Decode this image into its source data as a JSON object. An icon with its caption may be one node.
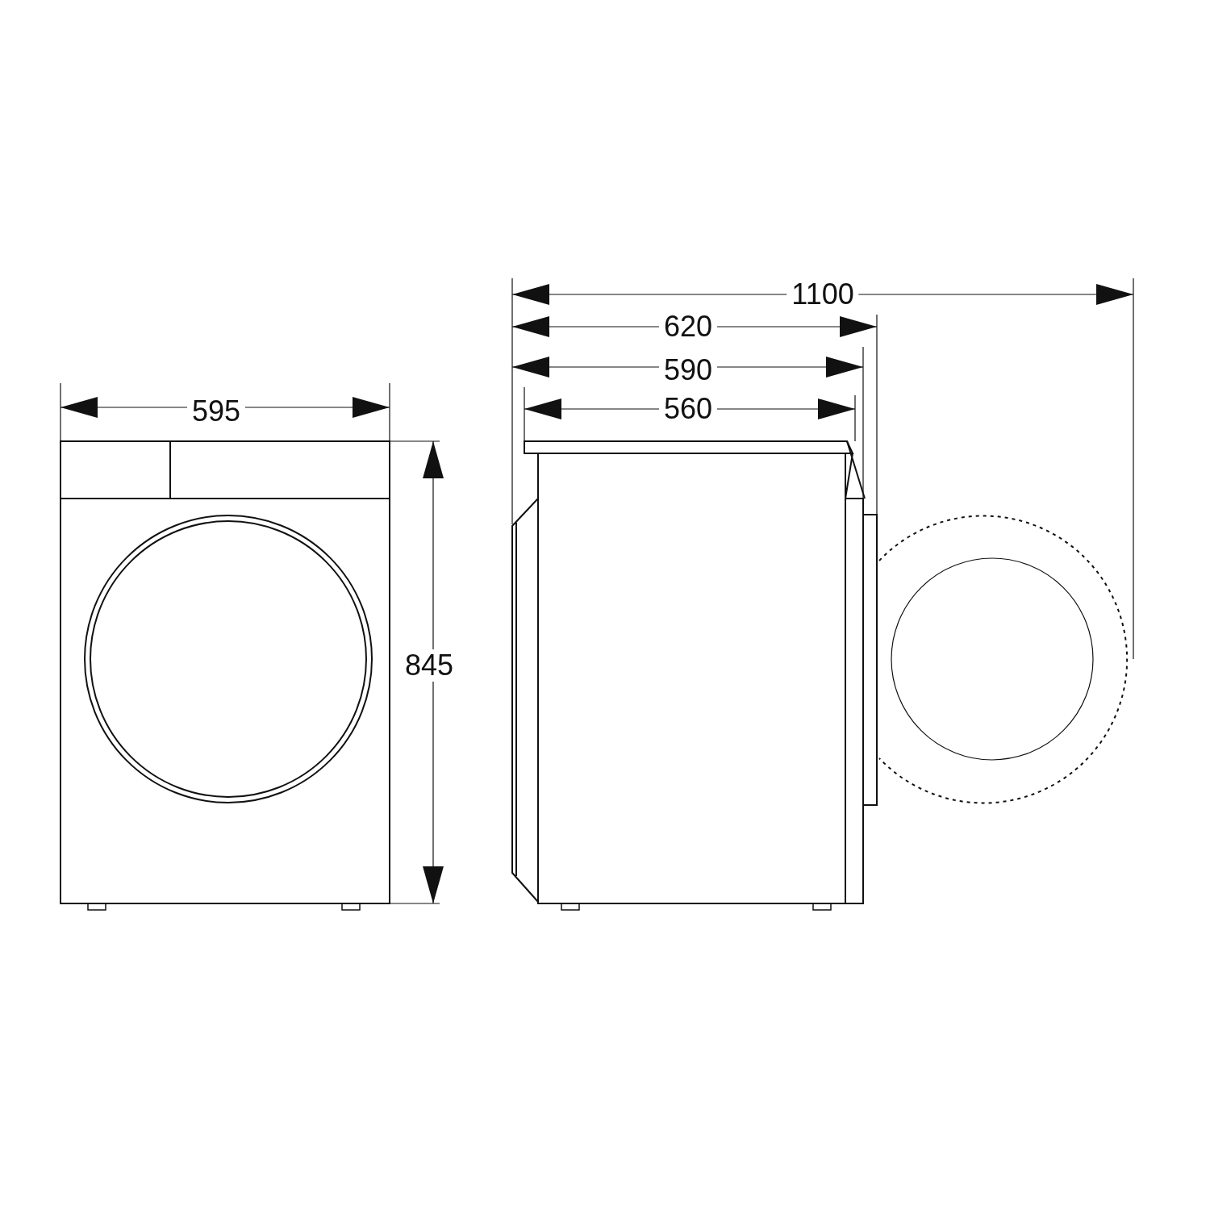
{
  "diagram": {
    "labels": [
      "1100",
      "620",
      "590",
      "560",
      "595",
      "845"
    ]
  }
}
